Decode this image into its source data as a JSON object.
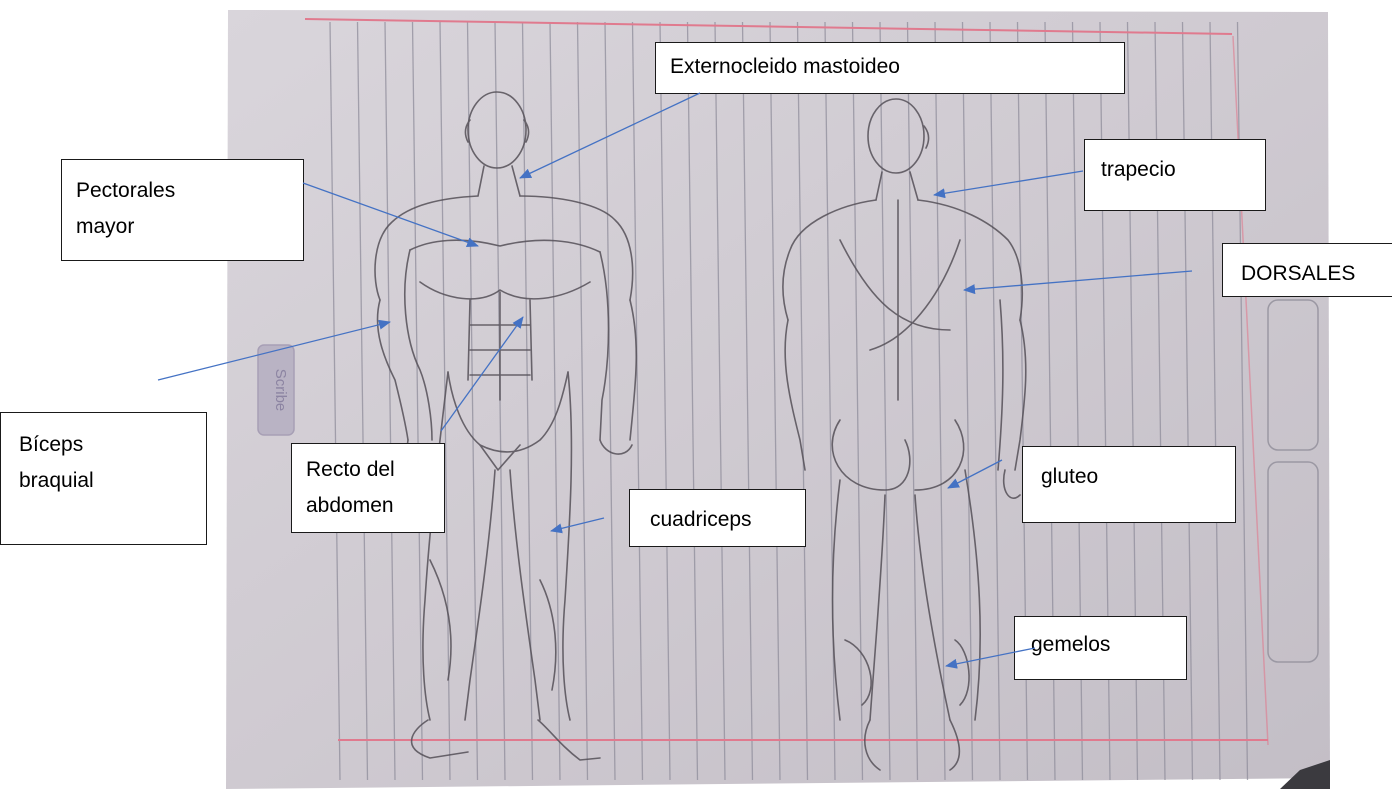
{
  "diagram": {
    "labels": {
      "externocleido": "Externocleido mastoideo",
      "pectorales": "Pectorales\nmayor",
      "biceps": "Bíceps\nbraquial",
      "recto": "Recto del\nabdomen",
      "cuadriceps": "cuadriceps",
      "trapecio": "trapecio",
      "dorsales": "DORSALES",
      "gluteo": "gluteo",
      "gemelos": "gemelos"
    },
    "notebook_stamp": "Scribe"
  },
  "colors": {
    "arrow": "#4472c4",
    "paper": "#d2cdd3",
    "ruled_line": "#8f8d9b",
    "margin_line": "#e07a8e",
    "pencil": "#555058"
  }
}
